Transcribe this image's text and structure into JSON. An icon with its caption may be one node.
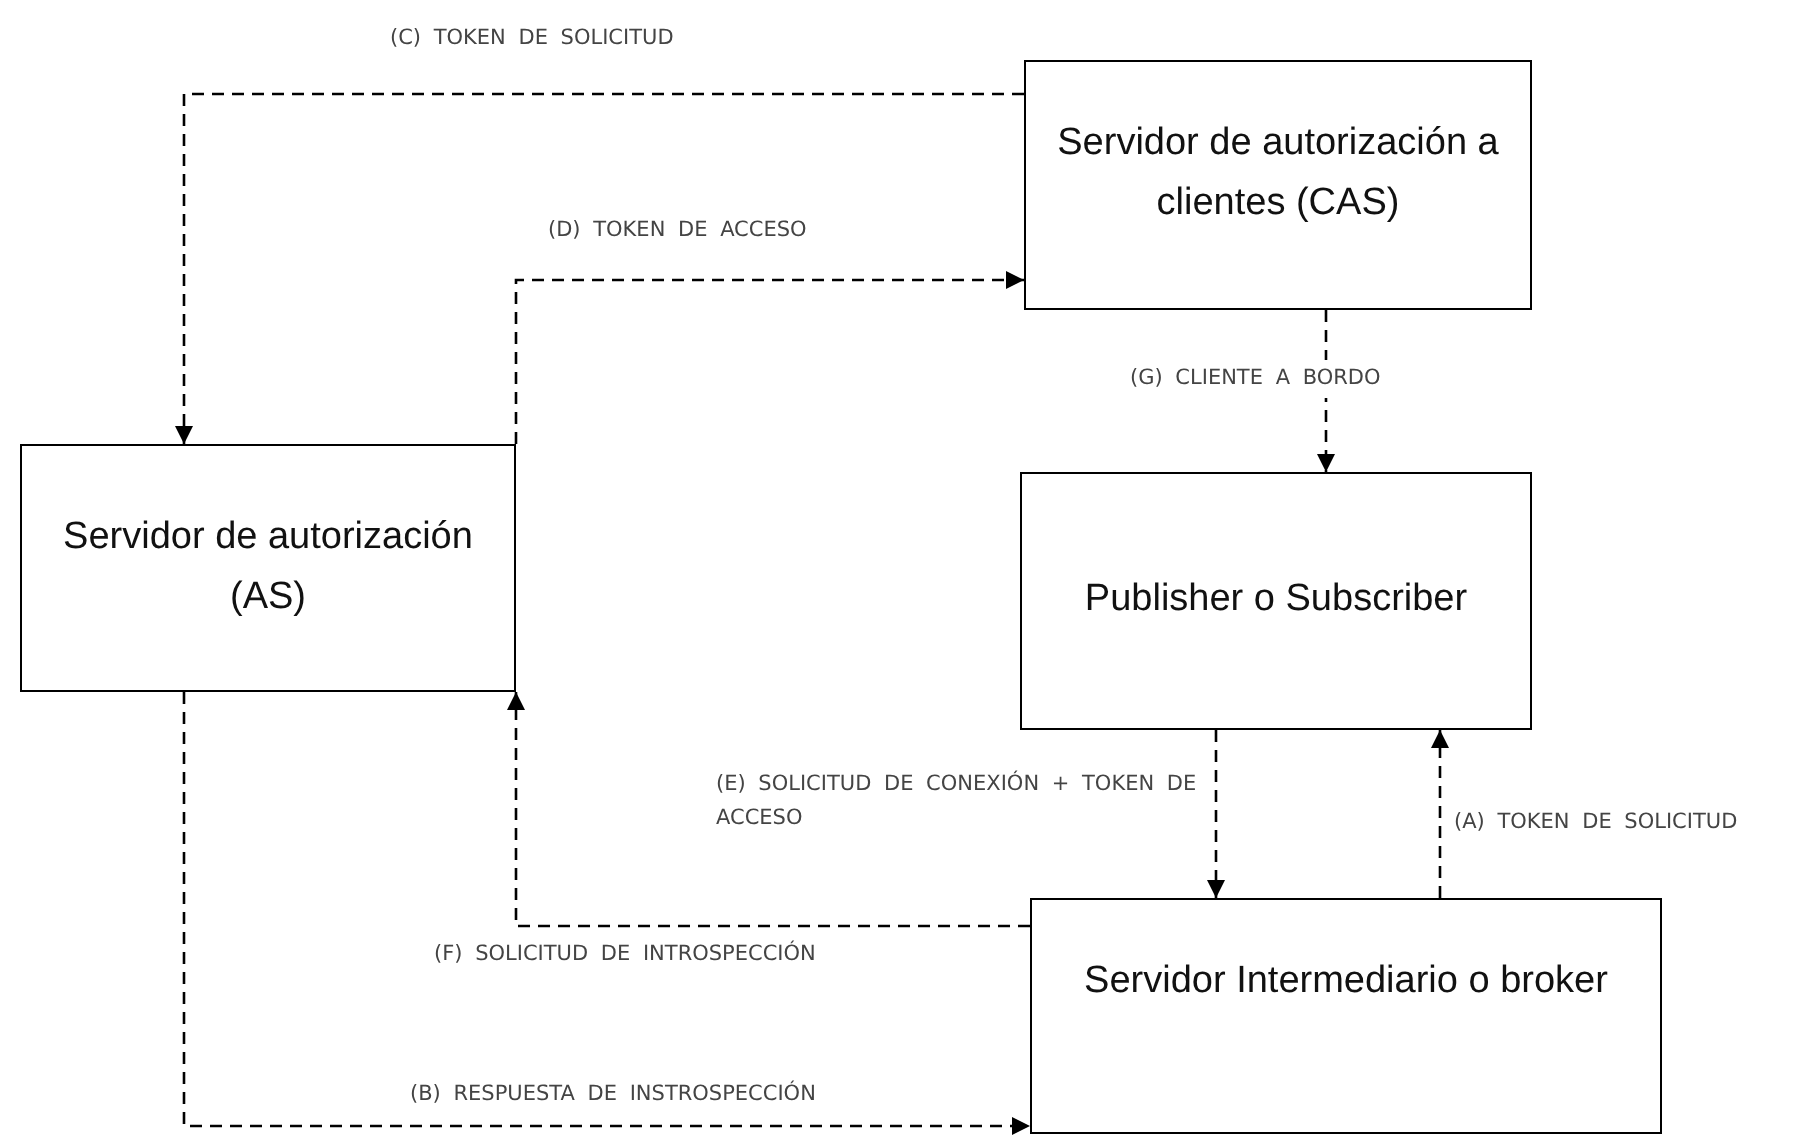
{
  "diagram": {
    "nodes": [
      {
        "text": [
          "Servidor de autorización a clientes (CAS)"
        ]
      },
      {
        "text": [
          "Servidor de autorización (AS)"
        ]
      },
      {
        "text": [
          "Publisher o Subscriber"
        ]
      },
      {
        "text": [
          "Servidor Intermediario o broker"
        ]
      }
    ],
    "edges": [
      {
        "from": 0,
        "to": 1,
        "arrow": "to",
        "style": "dashed",
        "label": "(C) TOKEN DE SOLICITUD"
      },
      {
        "from": 1,
        "to": 0,
        "arrow": "to",
        "style": "dashed",
        "label": "(D) TOKEN DE ACCESO"
      },
      {
        "from": 0,
        "to": 2,
        "arrow": "to",
        "style": "dashed",
        "label": "(G) CLIENTE A BORDO"
      },
      {
        "from": 2,
        "to": 3,
        "arrow": "to",
        "style": "dashed",
        "label": "(E) SOLICITUD DE CONEXIÓN + TOKEN DE ACCESO"
      },
      {
        "from": 3,
        "to": 2,
        "arrow": "to",
        "style": "dashed",
        "label": "(A) TOKEN DE SOLICITUD"
      },
      {
        "from": 3,
        "to": 1,
        "arrow": "to",
        "style": "dashed",
        "label": "(F) SOLICITUD DE INTROSPECCIÓN"
      },
      {
        "from": 1,
        "to": 3,
        "arrow": "to",
        "style": "dashed",
        "label": "(B) RESPUESTA DE INSTROSPECCIÓN"
      }
    ]
  }
}
